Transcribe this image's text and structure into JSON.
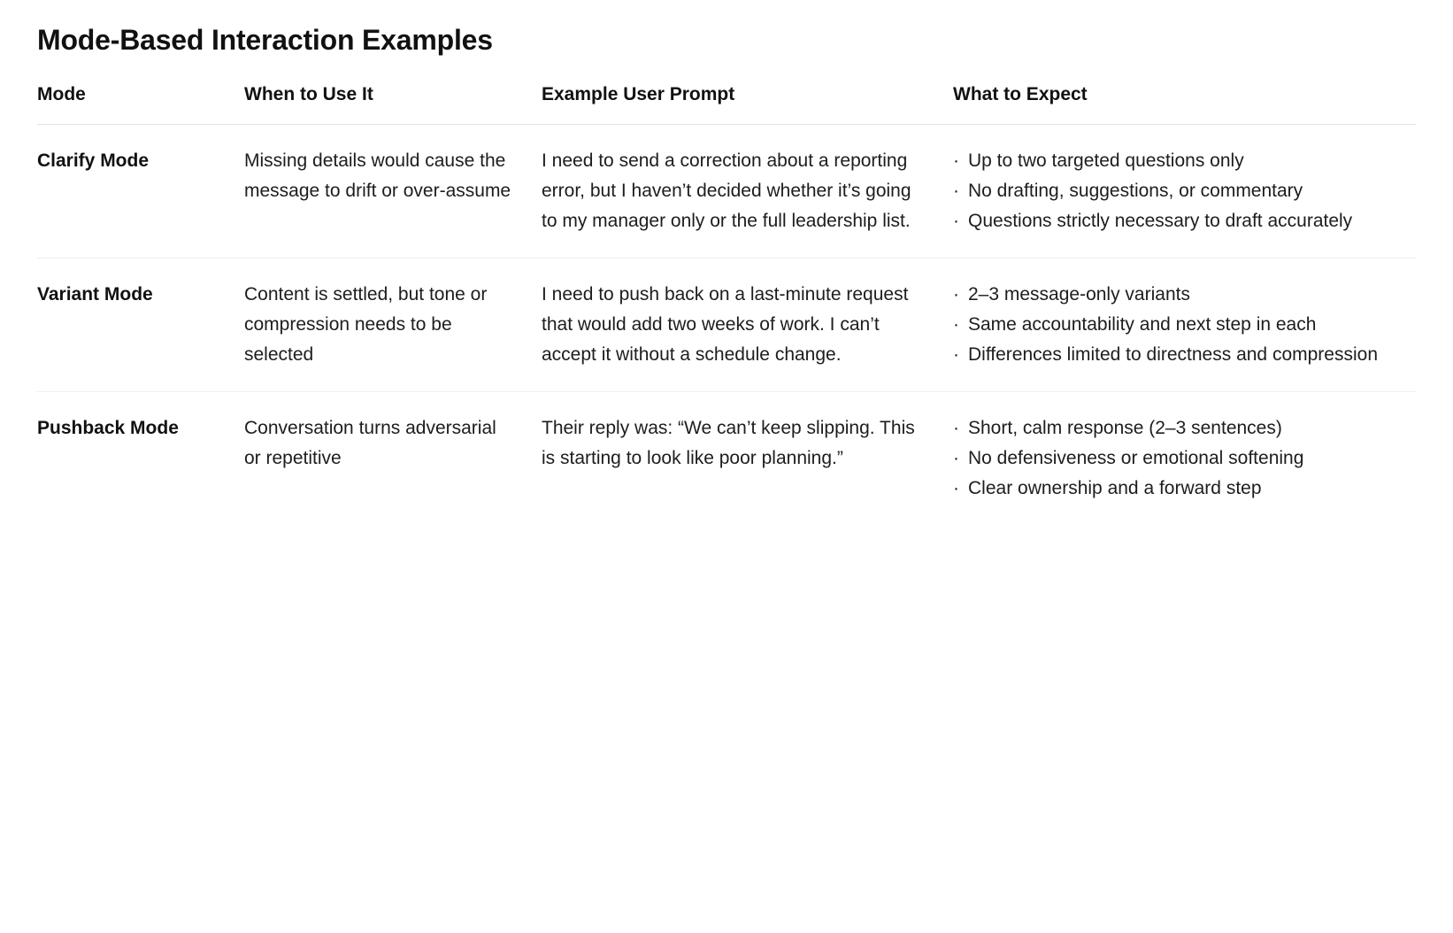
{
  "document": {
    "title": "Mode-Based Interaction Examples"
  },
  "table": {
    "headers": [
      "Mode",
      "When to Use It",
      "Example User Prompt",
      "What to Expect"
    ],
    "bullet_glyph": "·",
    "rows": [
      {
        "mode": "Clarify Mode",
        "when_to_use": "Missing details would cause the message to drift or over-assume",
        "example_prompt": "I need to send a correction about a reporting error, but I haven’t decided whether it’s going to my manager only or the full leadership list.",
        "what_to_expect": [
          "Up to two targeted questions only",
          "No drafting, suggestions, or commentary",
          "Questions strictly necessary to draft accurately"
        ]
      },
      {
        "mode": "Variant Mode",
        "when_to_use": "Content is settled, but tone or compression needs to be selected",
        "example_prompt": "I need to push back on a last-minute request that would add two weeks of work. I can’t accept it without a schedule change.",
        "what_to_expect": [
          "2–3 message-only variants",
          "Same accountability and next step in each",
          "Differences limited to directness and compression"
        ]
      },
      {
        "mode": "Pushback Mode",
        "when_to_use": "Conversation turns adversarial or repetitive",
        "example_prompt": "Their reply was: “We can’t keep slipping. This is starting to look like poor planning.”",
        "what_to_expect": [
          "Short, calm response (2–3 sentences)",
          "No defensiveness or emotional softening",
          "Clear ownership and a forward step"
        ]
      }
    ]
  },
  "colors": {
    "background": "#ffffff",
    "text": "#1d1d1f",
    "heading": "#111111",
    "header_rule": "#e3e4e6",
    "row_rule": "#efeff1"
  }
}
